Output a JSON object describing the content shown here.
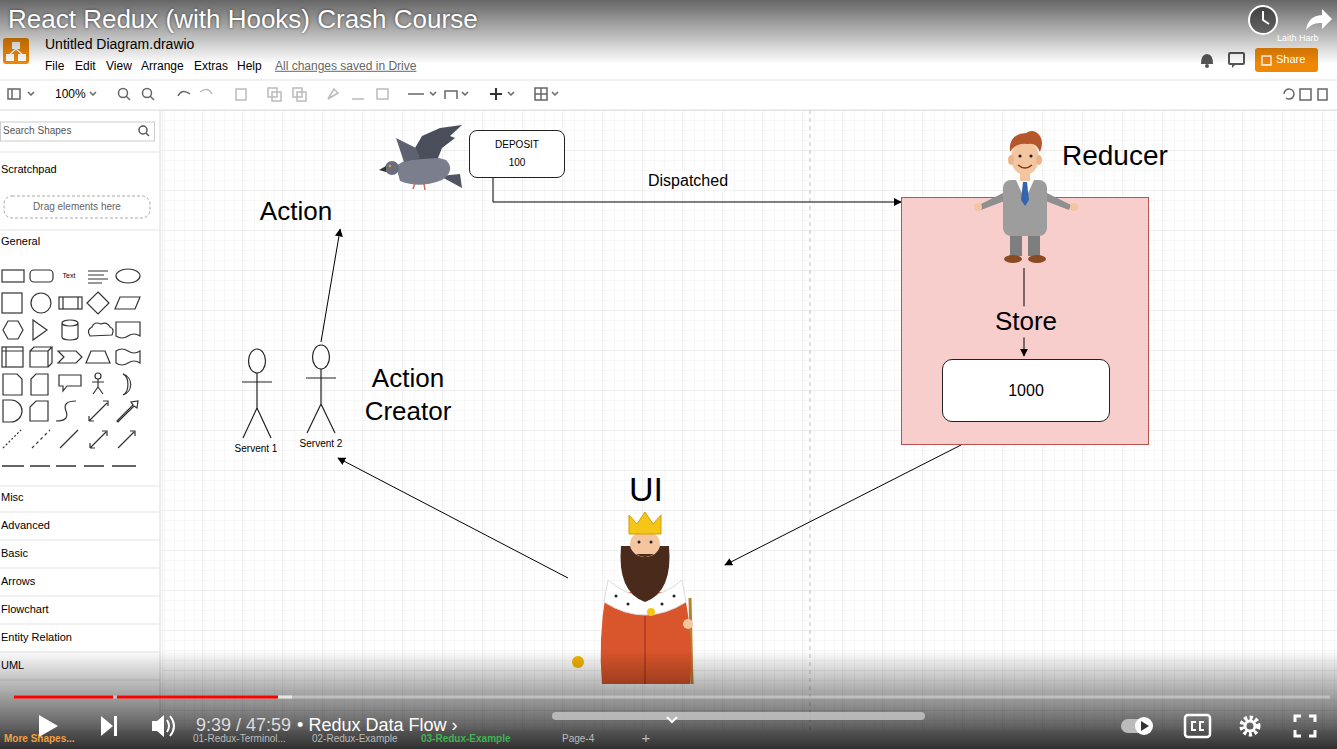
{
  "diagram": {
    "title": "React Redux (with Hooks) Crash Course",
    "nodes": [
      {
        "text": [
          "DEPOSIT",
          "100"
        ]
      },
      {
        "text": [
          "Action"
        ]
      },
      {
        "text": [
          "Action Creator"
        ]
      },
      {
        "text": [
          "Store"
        ]
      },
      {
        "text": [
          "1000"
        ],
        "in": 3
      },
      {
        "text": [
          "UI"
        ]
      }
    ],
    "edges": [
      {
        "from": 0,
        "to": 3,
        "arrow": "to",
        "label": "Dispatched"
      },
      {
        "from": 2,
        "to": 1,
        "arrow": "to"
      },
      {
        "from": 5,
        "to": 2,
        "arrow": "to"
      },
      {
        "from": 3,
        "to": 5,
        "arrow": "to"
      }
    ],
    "labels": [
      "Untitled Diagram.drawio",
      "File",
      "Edit",
      "View",
      "Arrange",
      "Extras",
      "Help",
      "All changes saved in Drive",
      "Laith Harb",
      "Share",
      "100%",
      "Search Shapes",
      "Scratchpad",
      "Drag elements here",
      "General",
      "Text",
      "Misc",
      "Advanced",
      "Basic",
      "Arrows",
      "Flowchart",
      "Entity Relation",
      "UML",
      "Reducer",
      "Servent 1",
      "Servent 2",
      "9:39 / 47:59",
      "• Redux Data Flow ›",
      "More Shapes...",
      "01-Redux-Terminol...",
      "02-Redux-Example",
      "03-Redux-Example",
      "Page-4",
      "+"
    ]
  }
}
